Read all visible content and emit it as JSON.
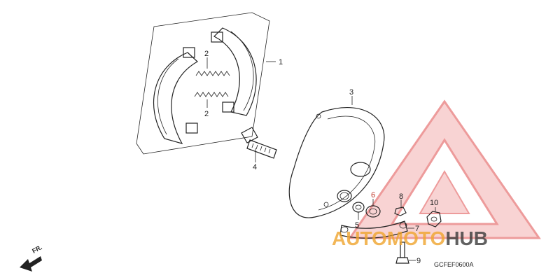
{
  "callouts": {
    "c1": "1",
    "c2a": "2",
    "c2b": "2",
    "c3": "3",
    "c4": "4",
    "c5": "5",
    "c6": "6",
    "c7": "7",
    "c8": "8",
    "c9": "9",
    "c10": "10"
  },
  "diagram_code": "GCFEF0600A",
  "direction_label": "FR.",
  "watermark": {
    "part1": "AUTOMOTO",
    "part2": "HUB"
  },
  "colors": {
    "line": "#222222",
    "logo_red": "#e04a4a",
    "callout_red": "#c0392b",
    "watermark_orange": "#f0a52e",
    "watermark_dark": "#3a3a3a"
  }
}
